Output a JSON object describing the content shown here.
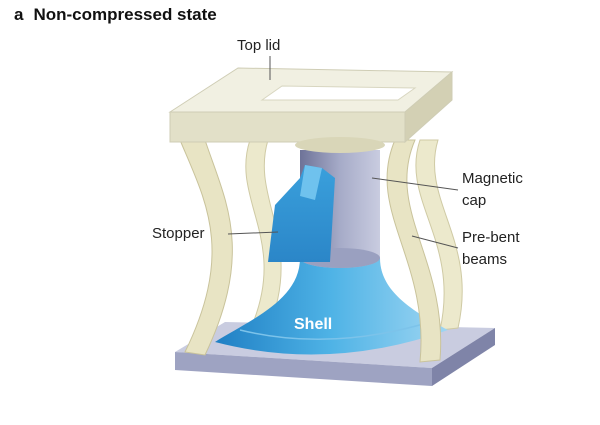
{
  "panel": {
    "letter": "a",
    "title": "Non-compressed state"
  },
  "labels": {
    "top_lid": "Top lid",
    "magnetic_cap": [
      "Magnetic",
      "cap"
    ],
    "stopper": "Stopper",
    "pre_bent_beams": [
      "Pre-bent",
      "beams"
    ],
    "shell": "Shell"
  },
  "colors": {
    "lid": "#efeedd",
    "beam": "#e8e4c4",
    "shell": "#3a9fd8",
    "cap": "#8e94b8",
    "base": "#b9bdd6"
  }
}
